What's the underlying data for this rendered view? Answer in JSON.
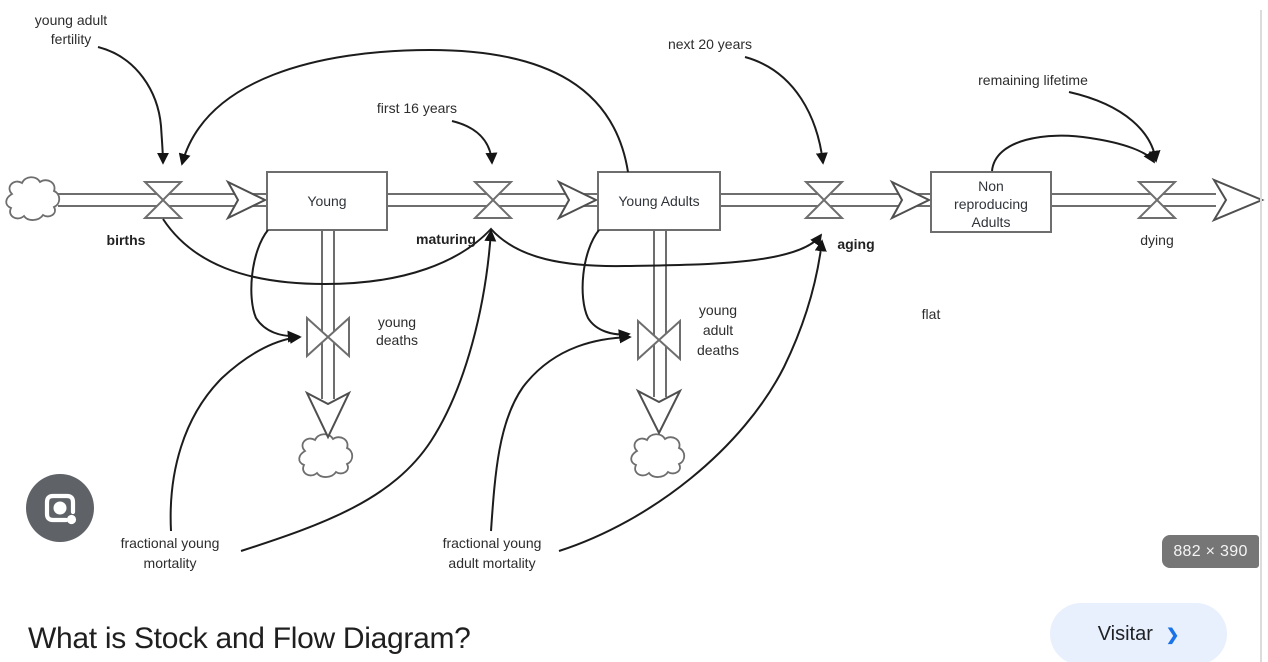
{
  "viewer": {
    "dimensions_badge": "882 × 390",
    "result_title": "What is Stock and Flow Diagram?",
    "visit_button_label": "Visitar",
    "visit_button_chevron": "❯",
    "lens_icon": "google-lens-camera",
    "colors": {
      "accent_blue": "#1a73e8",
      "visit_pill_bg": "#e8f0fe",
      "badge_bg": "#767676",
      "lens_circle_bg": "#5f6368",
      "divider": "#dcdcdc",
      "diagram_stroke": "#6e6e6e",
      "influence_stroke": "#1c1c1c"
    }
  },
  "diagram": {
    "stocks": {
      "young": "Young",
      "young_adults": "Young Adults",
      "nra_line1": "Non",
      "nra_line2": "reproducing",
      "nra_line3": "Adults"
    },
    "flows": {
      "births": "births",
      "maturing": "maturing",
      "aging": "aging",
      "dying": "dying",
      "young_deaths_line1": "young",
      "young_deaths_line2": "deaths",
      "young_adult_deaths_line1": "young",
      "young_adult_deaths_line2": "adult",
      "young_adult_deaths_line3": "deaths"
    },
    "variables": {
      "fertility_line1": "young adult",
      "fertility_line2": "fertility",
      "first_16_years": "first 16 years",
      "next_20_years": "next 20 years",
      "remaining_lifetime": "remaining lifetime",
      "flat": "flat",
      "frac_young_line1": "fractional young",
      "frac_young_line2": "mortality",
      "frac_young_adult_line1": "fractional young",
      "frac_young_adult_line2": "adult mortality"
    }
  }
}
